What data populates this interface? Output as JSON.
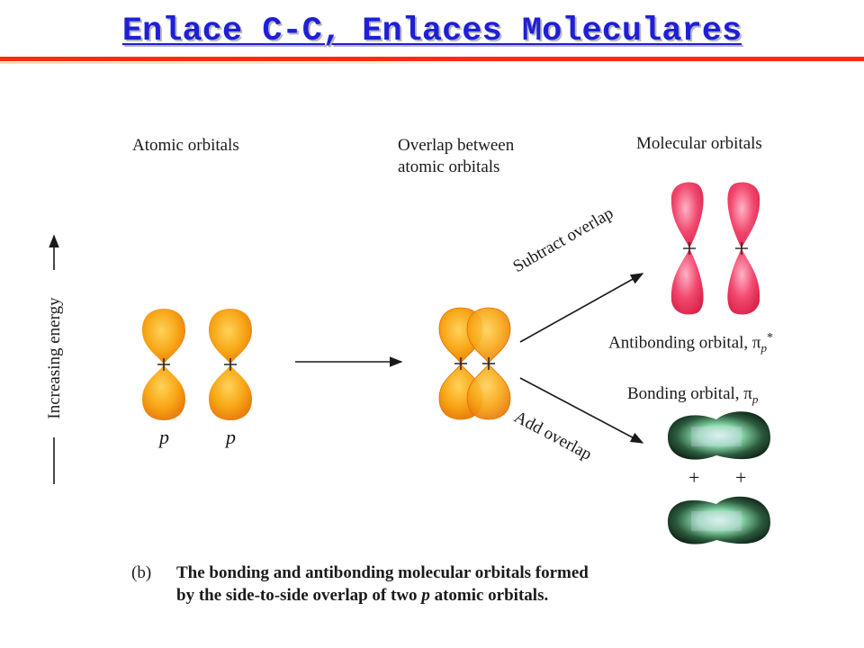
{
  "slide": {
    "title": "Enlace C-C,  Enlaces Moleculares"
  },
  "figure": {
    "labels": {
      "atomic_orbitals": "Atomic orbitals",
      "overlap_line1": "Overlap between",
      "overlap_line2": "atomic orbitals",
      "molecular_orbitals": "Molecular orbitals",
      "increasing_energy": "Increasing energy",
      "p_left": "p",
      "p_right": "p",
      "subtract_overlap": "Subtract overlap",
      "add_overlap": "Add overlap",
      "antibonding_prefix": "Antibonding orbital, π",
      "antibonding_sub": "p",
      "antibonding_sup": "*",
      "bonding_prefix": "Bonding orbital, π",
      "bonding_sub": "p",
      "plus_sign": "+"
    },
    "caption": {
      "tag": "(b)",
      "line1": "The bonding and antibonding molecular orbitals formed",
      "line2_before": "by the side-to-side overlap of two ",
      "line2_italic": "p",
      "line2_after": " atomic orbitals."
    },
    "colors": {
      "atomic_orbital": "#f59a10",
      "atomic_highlight": "#ffd25a",
      "antibonding_orbital": "#f0305a",
      "antibonding_highlight": "#ffb3c6",
      "bonding_dark": "#0c1a12",
      "bonding_glow": "#8fe0b0"
    }
  }
}
